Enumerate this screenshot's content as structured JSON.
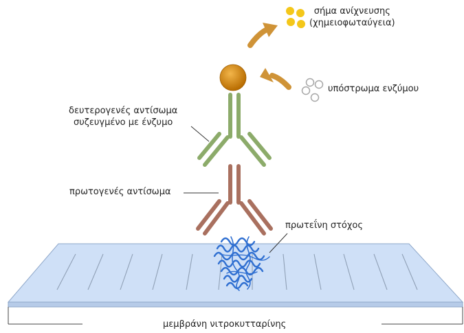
{
  "labels": {
    "signal_line1": "σήμα ανίχνευσης",
    "signal_line2": "(χημειοφωταύγεια)",
    "substrate": "υπόστρωμα ενζύμου",
    "secondary_line1": "δευτερογενές αντίσωμα",
    "secondary_line2": "συζευγμένο με ένζυμο",
    "primary": "πρωτογενές αντίσωμα",
    "target": "πρωτεΐνη στόχος",
    "membrane": "μεμβράνη νιτροκυτταρίνης"
  },
  "colors": {
    "membrane_fill": "#cfe0f7",
    "membrane_edge": "#8ea7c9",
    "primary_antibody": "#a9705f",
    "secondary_antibody": "#8cab6a",
    "enzyme": "#d4870c",
    "signal": "#f4c71a",
    "arrow": "#cf9337",
    "protein": "#2f6fd1"
  }
}
